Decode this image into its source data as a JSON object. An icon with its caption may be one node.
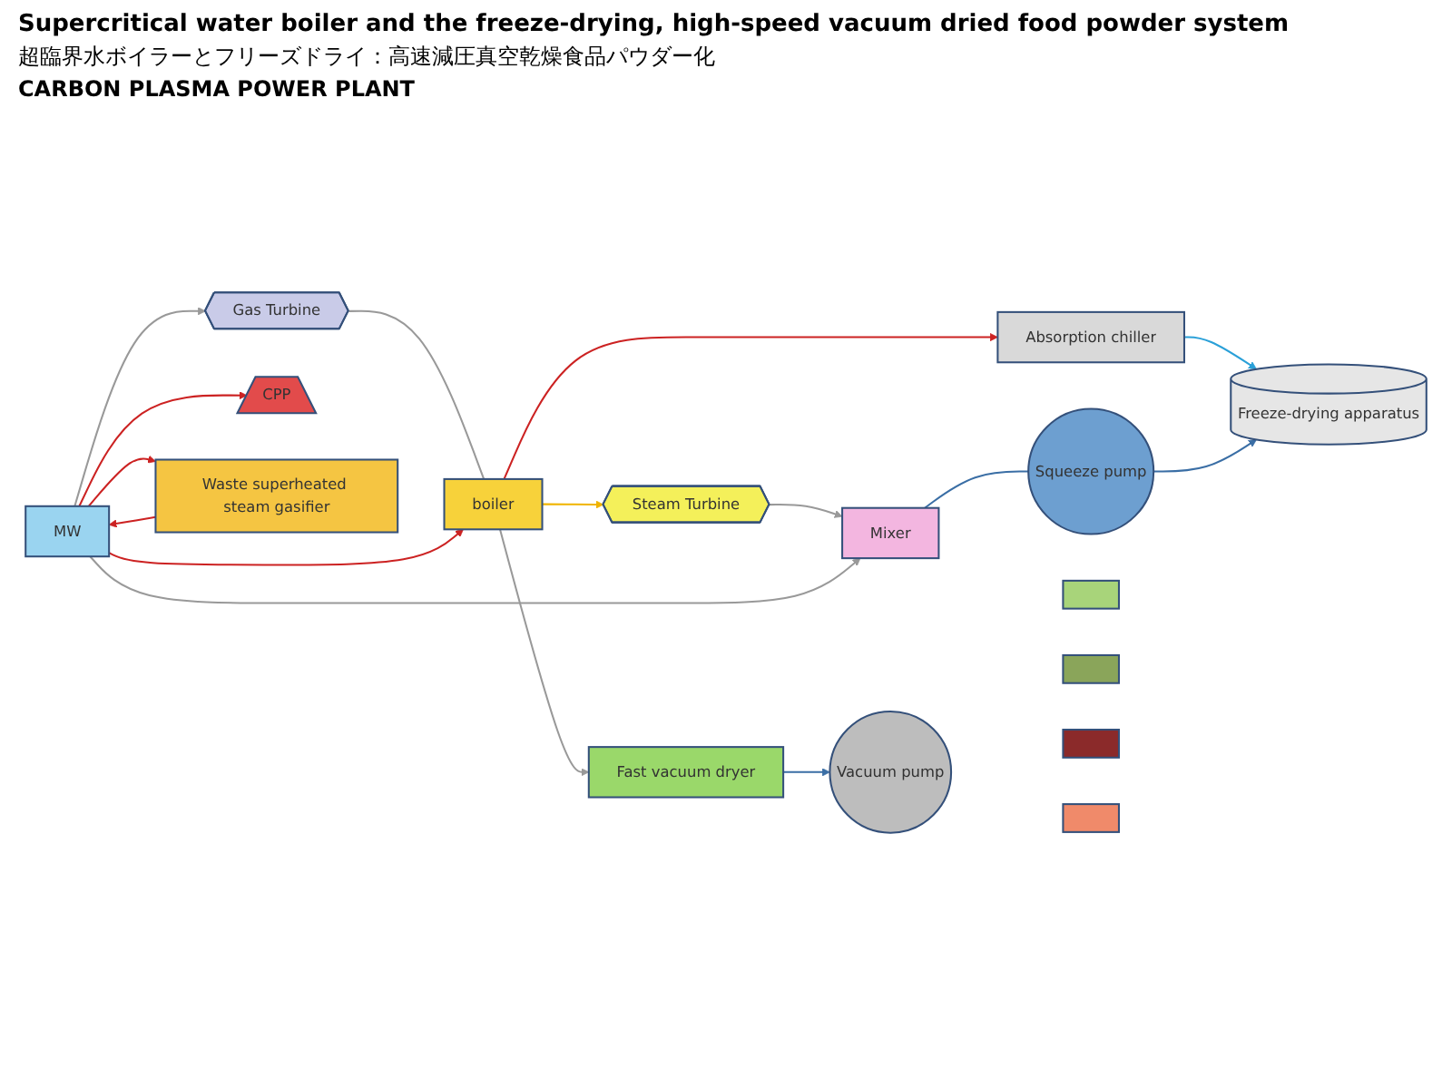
{
  "diagram": {
    "title": "Supercritical water boiler and the freeze-drying, high-speed vacuum dried food powder system",
    "nodes": [
      {
        "text": [
          "Gas Turbine"
        ]
      },
      {
        "text": [
          "boiler"
        ]
      },
      {
        "text": [
          "MW"
        ]
      },
      {
        "text": [
          "CPP"
        ]
      },
      {
        "text": [
          "Waste superheated steam gasifier"
        ]
      },
      {
        "text": [
          "Steam Turbine"
        ]
      },
      {
        "text": [
          "Absorption chiller"
        ]
      },
      {
        "text": [
          "Freeze-drying apparatus"
        ]
      },
      {
        "text": [
          "Squeeze pump"
        ]
      },
      {
        "text": [
          "Mixer"
        ]
      },
      {
        "text": [],
        "shape": "box"
      },
      {
        "text": [
          "Fast vacuum dryer"
        ]
      },
      {
        "text": [
          "Vacuum pump"
        ]
      },
      {
        "text": [],
        "shape": "box"
      },
      {
        "text": [],
        "shape": "box"
      },
      {
        "text": [],
        "shape": "box"
      }
    ],
    "edges": [
      {
        "from": 2,
        "to": 0,
        "arrow": "to"
      },
      {
        "from": 0,
        "to": 1,
        "arrow": "none"
      },
      {
        "from": 2,
        "to": 1,
        "arrow": "to",
        "color": "#cc2222"
      },
      {
        "from": 4,
        "to": 2,
        "arrow": "to",
        "color": "#cc2222"
      },
      {
        "from": 2,
        "to": 4,
        "arrow": "to",
        "color": "#cc2222"
      },
      {
        "from": 2,
        "to": 3,
        "arrow": "to",
        "color": "#cc2222"
      },
      {
        "from": 1,
        "to": 5,
        "arrow": "to",
        "color": "#f0b400"
      },
      {
        "from": 1,
        "to": 6,
        "arrow": "to",
        "color": "#cc2222"
      },
      {
        "from": 5,
        "to": 9,
        "arrow": "to"
      },
      {
        "from": 6,
        "to": 7,
        "arrow": "to",
        "color": "#2aa0d8"
      },
      {
        "from": 8,
        "to": 7,
        "arrow": "to",
        "color": "#3a6ea5"
      },
      {
        "from": 9,
        "to": 8,
        "arrow": "none",
        "color": "#3a6ea5"
      },
      {
        "from": 1,
        "to": 11,
        "arrow": "to"
      },
      {
        "from": 11,
        "to": 12,
        "arrow": "to",
        "color": "#3a6ea5"
      },
      {
        "from": 2,
        "to": 9,
        "arrow": "to"
      }
    ],
    "labels": [
      "超臨界水ボイラーとフリーズドライ：高速減圧真空乾燥食品パウダー化",
      "CARBON PLASMA POWER PLANT"
    ]
  }
}
